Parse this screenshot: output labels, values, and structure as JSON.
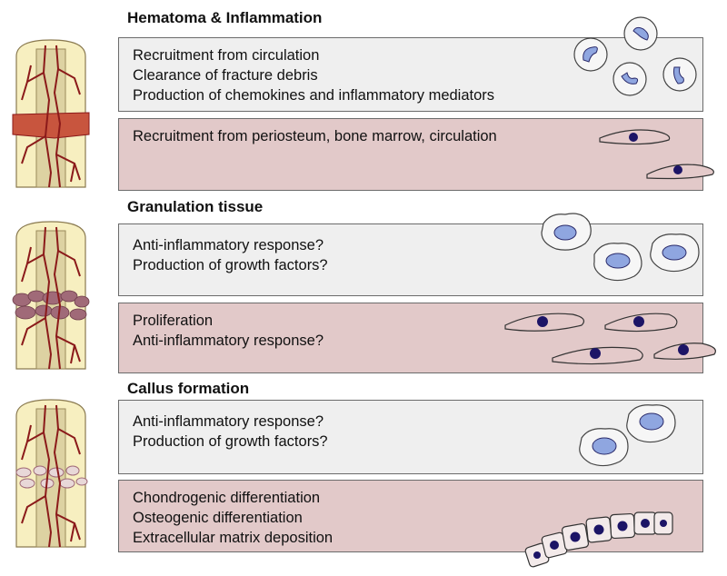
{
  "stages": [
    {
      "title": "Hematoma & Inflammation",
      "panels": [
        {
          "tone": "gray",
          "lines": [
            "Recruitment from circulation",
            "Clearance of fracture debris",
            "Production of chemokines and inflammatory mediators"
          ]
        },
        {
          "tone": "pink",
          "lines": [
            "Recruitment from periosteum, bone marrow, circulation"
          ]
        }
      ]
    },
    {
      "title": "Granulation tissue",
      "panels": [
        {
          "tone": "gray",
          "lines": [
            "Anti-inflammatory response?",
            "Production of growth factors?"
          ]
        },
        {
          "tone": "pink",
          "lines": [
            "Proliferation",
            "Anti-inflammatory response?"
          ]
        }
      ]
    },
    {
      "title": "Callus formation",
      "panels": [
        {
          "tone": "gray",
          "lines": [
            "Anti-inflammatory response?",
            "Production of growth factors?"
          ]
        },
        {
          "tone": "pink",
          "lines": [
            "Chondrogenic differentiation",
            "Osteogenic differentiation",
            "Extracellular matrix deposition"
          ]
        }
      ]
    }
  ],
  "colors": {
    "gray_panel": "#efefef",
    "pink_panel": "#e2c9c9",
    "bone": "#f7efc0",
    "vessel": "#8b1a1a",
    "hematoma": "#c8553e",
    "granulation": "#a06a78",
    "cell_nucleus": "#1c1466",
    "macrophage_nucleus": "#8fa6e0"
  },
  "icons": [
    "fractured-bone-icon",
    "neutrophil-icon",
    "macrophage-icon",
    "msc-cell-icon",
    "chondrocyte-icon"
  ]
}
